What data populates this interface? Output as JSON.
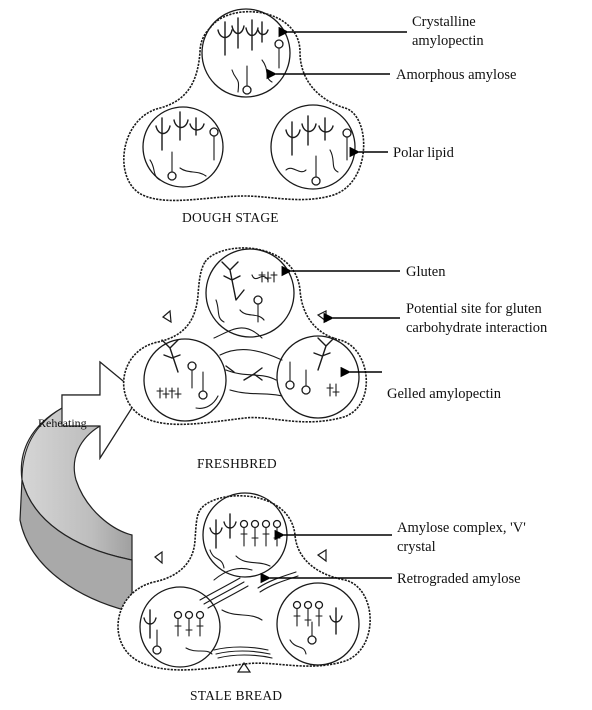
{
  "labels": {
    "crystalline_amylopectin_1": "Crystalline",
    "crystalline_amylopectin_2": "amylopectin",
    "amorphous_amylose": "Amorphous amylose",
    "polar_lipid": "Polar lipid",
    "gluten": "Gluten",
    "potential_site_1": "Potential site for gluten",
    "potential_site_2": "carbohydrate interaction",
    "gelled_amylopectin": "Gelled amylopectin",
    "amylose_complex_1": "Amylose complex, 'V'",
    "amylose_complex_2": "crystal",
    "retrograded_amylose": "Retrograded amylose",
    "reheating": "Reheating"
  },
  "stages": {
    "dough": "DOUGH STAGE",
    "fresh": "FRESHBRED",
    "stale": "STALE BREAD"
  },
  "colors": {
    "ink": "#1a1a1a",
    "reheat_arrow_fill": "#c8c8c8"
  }
}
